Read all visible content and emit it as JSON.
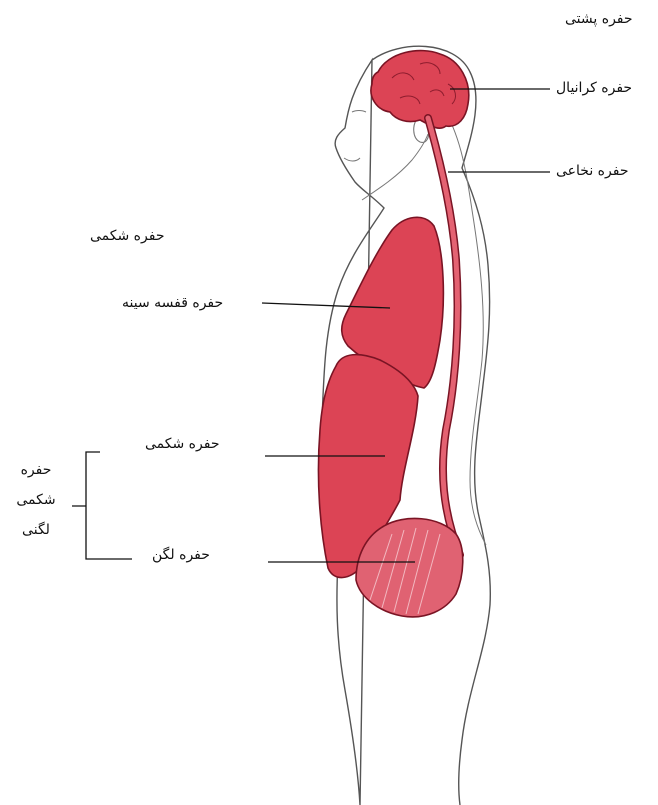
{
  "colors": {
    "organ_fill": "#dc4455",
    "organ_stroke": "#7a1424",
    "outline": "#555555",
    "leader": "#111111",
    "label_text": "#111111"
  },
  "labels": {
    "dorsal_cavity": "حفره پشتی",
    "cranial_cavity": "حفره کرانیال",
    "spinal_cavity": "حفره نخاعی",
    "ventral_cavity": "حفره شکمی",
    "thoracic_cavity": "حفره قفسه سینه",
    "abdominal_cavity": "حفره شکمی",
    "pelvic_cavity": "حفره لگن",
    "abdominopelvic_line1": "حفره",
    "abdominopelvic_line2": "شکمی",
    "abdominopelvic_line3": "لگنی"
  }
}
